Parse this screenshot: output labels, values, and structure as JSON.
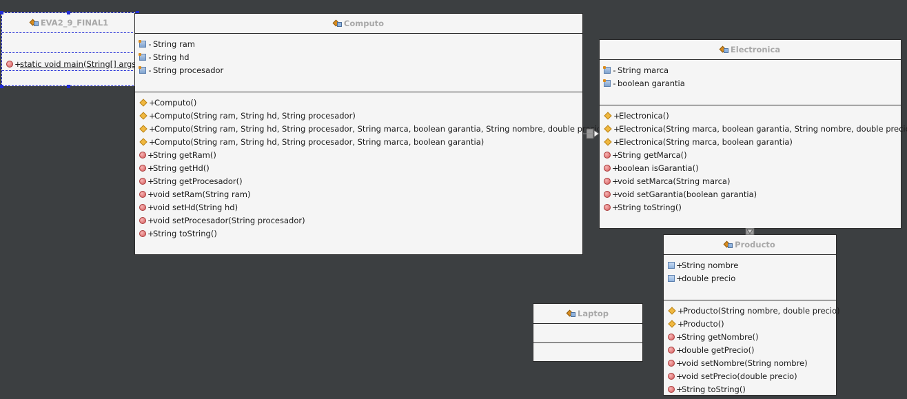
{
  "classes": {
    "main": {
      "name": "EVA2_9_FINAL1",
      "attributes": [],
      "operations": [
        {
          "vis": "+",
          "sig": "static void main(String[] args)",
          "icon": "method-icon"
        }
      ]
    },
    "computo": {
      "name": "Computo",
      "attributes": [
        {
          "vis": "-",
          "sig": "String ram"
        },
        {
          "vis": "-",
          "sig": "String hd"
        },
        {
          "vis": "-",
          "sig": "String procesador"
        }
      ],
      "operations": [
        {
          "vis": "+",
          "sig": "Computo()",
          "icon": "constructor-icon"
        },
        {
          "vis": "+",
          "sig": "Computo(String ram, String hd, String procesador)",
          "icon": "constructor-icon"
        },
        {
          "vis": "+",
          "sig": "Computo(String ram, String hd, String procesador, String marca, boolean garantia, String nombre, double precio)",
          "icon": "constructor-icon"
        },
        {
          "vis": "+",
          "sig": "Computo(String ram, String hd, String procesador, String marca, boolean garantia)",
          "icon": "constructor-icon"
        },
        {
          "vis": "+",
          "sig": "String getRam()",
          "icon": "method-icon"
        },
        {
          "vis": "+",
          "sig": "String getHd()",
          "icon": "method-icon"
        },
        {
          "vis": "+",
          "sig": "String getProcesador()",
          "icon": "method-icon"
        },
        {
          "vis": "+",
          "sig": "void setRam(String ram)",
          "icon": "method-icon"
        },
        {
          "vis": "+",
          "sig": "void setHd(String hd)",
          "icon": "method-icon"
        },
        {
          "vis": "+",
          "sig": "void setProcesador(String procesador)",
          "icon": "method-icon"
        },
        {
          "vis": "+",
          "sig": "String toString()",
          "icon": "method-icon"
        }
      ]
    },
    "electronica": {
      "name": "Electronica",
      "attributes": [
        {
          "vis": "-",
          "sig": "String marca"
        },
        {
          "vis": "-",
          "sig": "boolean garantia"
        }
      ],
      "operations": [
        {
          "vis": "+",
          "sig": "Electronica()",
          "icon": "constructor-icon"
        },
        {
          "vis": "+",
          "sig": "Electronica(String marca, boolean garantia, String nombre, double precio)",
          "icon": "constructor-icon"
        },
        {
          "vis": "+",
          "sig": "Electronica(String marca, boolean garantia)",
          "icon": "constructor-icon"
        },
        {
          "vis": "+",
          "sig": "String getMarca()",
          "icon": "method-icon"
        },
        {
          "vis": "+",
          "sig": "boolean isGarantia()",
          "icon": "method-icon"
        },
        {
          "vis": "+",
          "sig": "void setMarca(String marca)",
          "icon": "method-icon"
        },
        {
          "vis": "+",
          "sig": "void setGarantia(boolean garantia)",
          "icon": "method-icon"
        },
        {
          "vis": "+",
          "sig": "String toString()",
          "icon": "method-icon"
        }
      ]
    },
    "producto": {
      "name": "Producto",
      "attributes": [
        {
          "vis": "+",
          "sig": "String nombre"
        },
        {
          "vis": "+",
          "sig": "double precio"
        }
      ],
      "operations": [
        {
          "vis": "+",
          "sig": "Producto(String nombre, double precio)",
          "icon": "constructor-icon"
        },
        {
          "vis": "+",
          "sig": "Producto()",
          "icon": "constructor-icon"
        },
        {
          "vis": "+",
          "sig": "String getNombre()",
          "icon": "method-icon"
        },
        {
          "vis": "+",
          "sig": "double getPrecio()",
          "icon": "method-icon"
        },
        {
          "vis": "+",
          "sig": "void setNombre(String nombre)",
          "icon": "method-icon"
        },
        {
          "vis": "+",
          "sig": "void setPrecio(double precio)",
          "icon": "method-icon"
        },
        {
          "vis": "+",
          "sig": "String toString()",
          "icon": "method-icon"
        }
      ]
    },
    "laptop": {
      "name": "Laptop",
      "attributes": [],
      "operations": []
    }
  },
  "colors": {
    "canvas": "#3c3f41",
    "box": "#f5f5f5",
    "header_text": "#a8a8a8",
    "selection": "#1f2ad6"
  }
}
